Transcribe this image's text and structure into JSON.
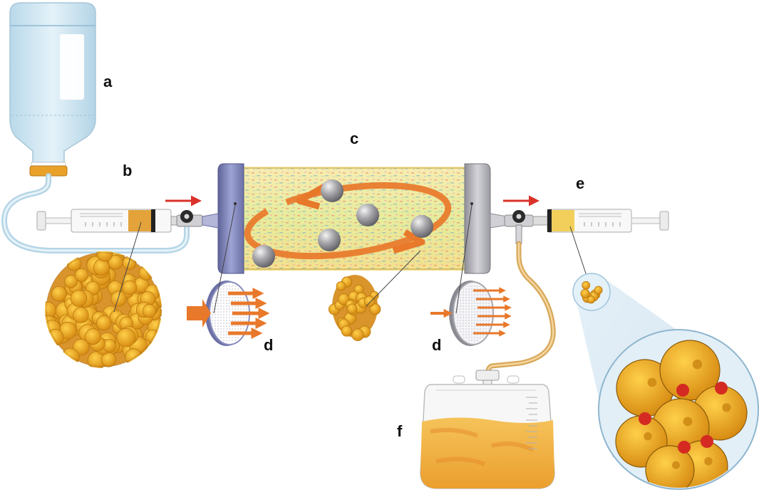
{
  "labels": {
    "a": "a",
    "b": "b",
    "c": "c",
    "d_left": "d",
    "d_right": "d",
    "e": "e",
    "f": "f"
  },
  "colors": {
    "fluid_blue": "#cfe6f2",
    "tissue_orange": "#e3a83a",
    "cell_yellow": "#f4b72a",
    "red_arrow": "#d9322a",
    "flow_orange": "#e8782a",
    "cap_purple": "#7d82b8",
    "cap_grey": "#b5b5bb",
    "bag_fluid": "#f0b440"
  },
  "icons": {
    "bottle": "iv-bottle-icon",
    "syringe": "syringe-icon",
    "valve": "three-way-valve-icon",
    "bead": "bead-icon",
    "filter": "filter-disc-icon",
    "bag": "collection-bag-icon",
    "cluster": "cell-cluster-icon"
  }
}
